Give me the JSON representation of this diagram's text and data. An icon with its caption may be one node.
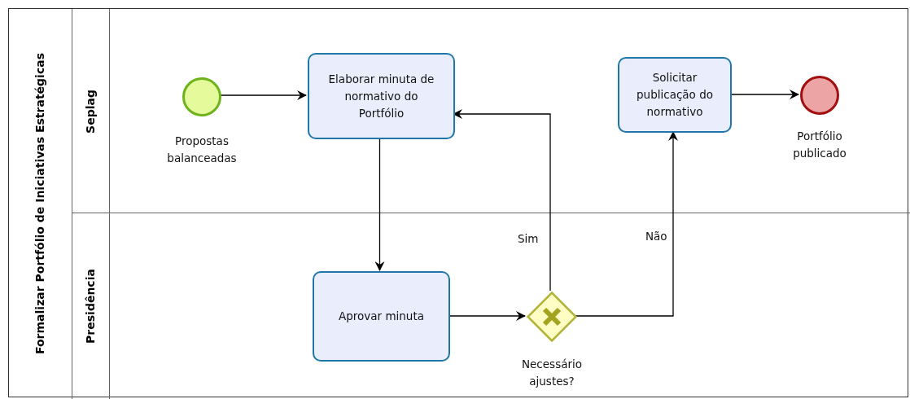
{
  "diagram": {
    "nodes": [
      {
        "text": [
          "Formalizar Portfólio de Iniciativas Estratégicas"
        ]
      },
      {
        "text": [
          "Seplag"
        ],
        "in": 0
      },
      {
        "text": [
          "Presidência"
        ],
        "in": 0
      },
      {
        "text": [],
        "shape": "circle",
        "beside": [
          "Propostas balanceadas"
        ],
        "in": 1
      },
      {
        "text": [
          "Elaborar minuta de normativo do Portfólio"
        ],
        "in": 1
      },
      {
        "text": [
          "Solicitar publicação do normativo"
        ],
        "in": 1
      },
      {
        "text": [],
        "shape": "circle",
        "beside": [
          "Portfólio publicado"
        ],
        "in": 1
      },
      {
        "text": [
          "Aprovar minuta"
        ],
        "in": 2
      },
      {
        "text": [],
        "shape": "diamond",
        "beside": [
          "Necessário ajustes?"
        ],
        "in": 2
      }
    ],
    "edges": [
      {
        "from": 3,
        "to": 4,
        "arrow": "to"
      },
      {
        "from": 4,
        "to": 7,
        "arrow": "to"
      },
      {
        "from": 7,
        "to": 8,
        "arrow": "to"
      },
      {
        "from": 8,
        "to": 4,
        "arrow": "to",
        "label": "Sim"
      },
      {
        "from": 8,
        "to": 5,
        "arrow": "to",
        "label": "Não"
      },
      {
        "from": 5,
        "to": 6,
        "arrow": "to"
      }
    ]
  }
}
